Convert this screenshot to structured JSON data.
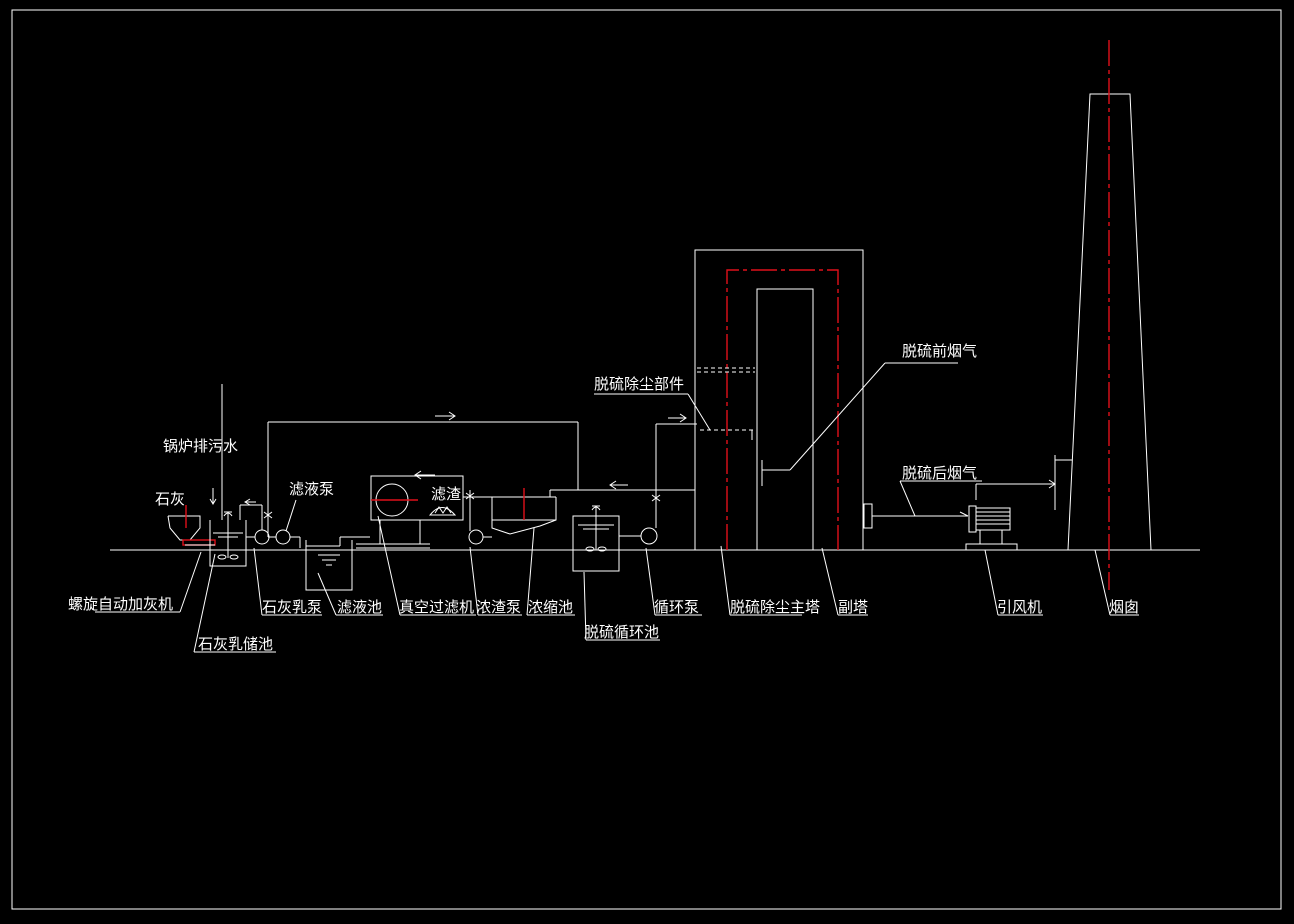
{
  "labels": {
    "boiler_blowdown": "锅炉排污水",
    "lime": "石灰",
    "filtrate_pump": "滤液泵",
    "filter_residue": "滤渣",
    "desulf_dust_component": "脱硫除尘部件",
    "flue_gas_before": "脱硫前烟气",
    "flue_gas_after": "脱硫后烟气",
    "screw_feeder": "螺旋自动加灰机",
    "lime_milk_tank": "石灰乳储池",
    "lime_milk_pump": "石灰乳泵",
    "filtrate_tank": "滤液池",
    "vacuum_filter": "真空过滤机",
    "slurry_pump": "浓渣泵",
    "thickener": "浓缩池",
    "circulation_tank": "脱硫循环池",
    "circulation_pump": "循环泵",
    "main_tower": "脱硫除尘主塔",
    "auxiliary_tower": "副塔",
    "induced_fan": "引风机",
    "chimney": "烟囱"
  },
  "colors": {
    "background": "#000000",
    "line": "#ffffff",
    "centerline": "#e0101a"
  }
}
